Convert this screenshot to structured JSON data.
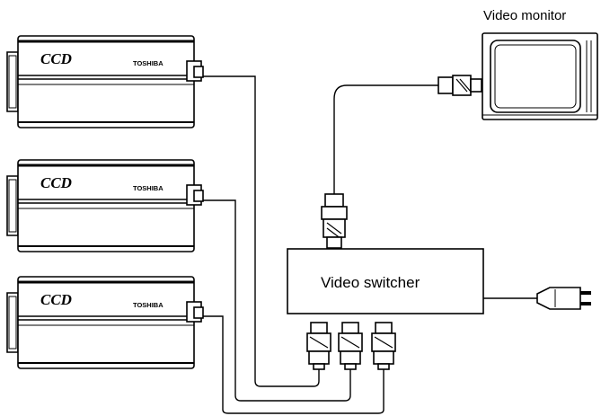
{
  "labels": {
    "monitor": "Video monitor",
    "switcher": "Video switcher"
  },
  "cameras": [
    {
      "logo": "CCD",
      "brand": "TOSHIBA"
    },
    {
      "logo": "CCD",
      "brand": "TOSHIBA"
    },
    {
      "logo": "CCD",
      "brand": "TOSHIBA"
    }
  ]
}
